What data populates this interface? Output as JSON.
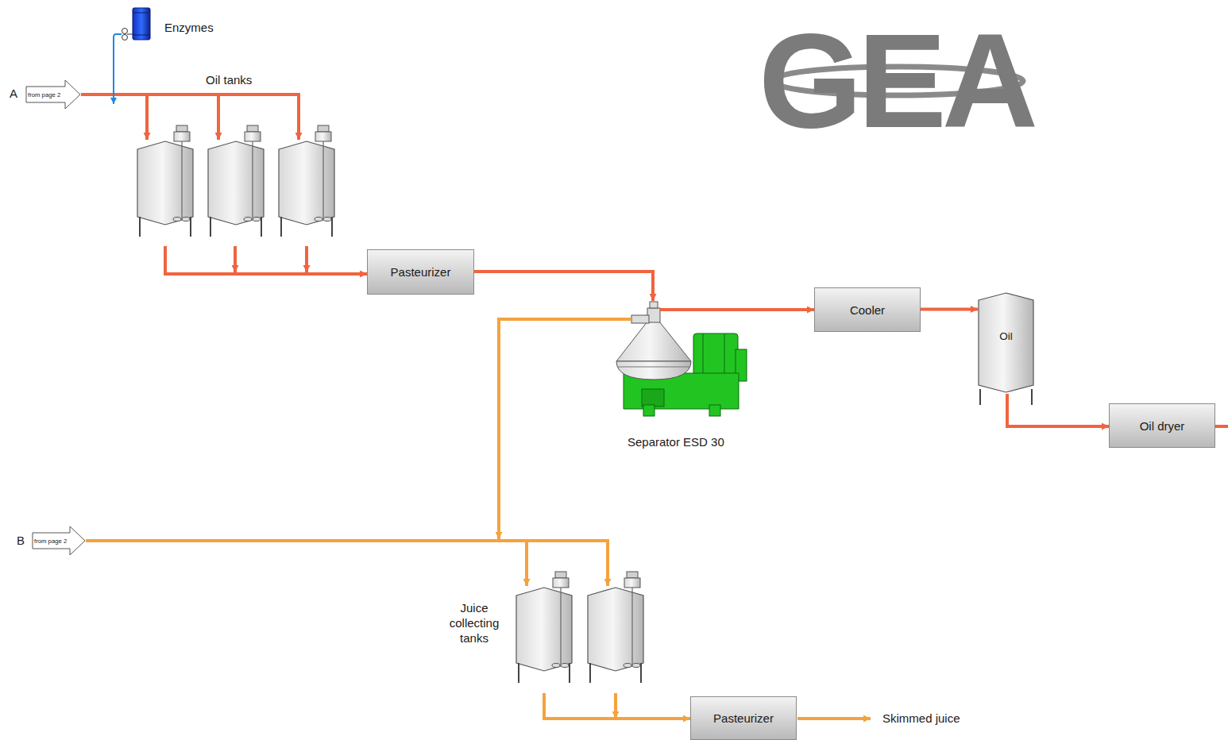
{
  "diagram": {
    "nodes": [
      {
        "text": [
          "from page 2"
        ]
      },
      {
        "text": [
          "Enzymes"
        ]
      },
      {
        "text": [
          "Oil tanks"
        ]
      },
      {
        "text": [
          "Pasteurizer"
        ]
      },
      {
        "text": [
          "Separator ESD 30"
        ]
      },
      {
        "text": [
          "Cooler"
        ]
      },
      {
        "text": [
          "Oil"
        ]
      },
      {
        "text": [
          "Oil dryer"
        ]
      },
      {
        "text": [
          "from page 2"
        ]
      },
      {
        "text": [
          "Juice collecting tanks"
        ]
      },
      {
        "text": [
          "Pasteurizer"
        ]
      }
    ],
    "edges": [
      {
        "from": 0,
        "to": 2,
        "arrow": "to"
      },
      {
        "from": 1,
        "to": 2,
        "arrow": "to"
      },
      {
        "from": 2,
        "to": 3,
        "arrow": "to"
      },
      {
        "from": 3,
        "to": 4,
        "arrow": "to"
      },
      {
        "from": 4,
        "to": 5,
        "arrow": "to"
      },
      {
        "from": 5,
        "to": 6,
        "arrow": "to"
      },
      {
        "from": 6,
        "to": 7,
        "arrow": "to"
      },
      {
        "from": 4,
        "to": 9,
        "arrow": "to"
      },
      {
        "from": 8,
        "to": 9,
        "arrow": "to"
      },
      {
        "from": 9,
        "to": 10,
        "arrow": "to"
      }
    ],
    "labels": [
      "A",
      "B",
      "Skimmed juice",
      "GEA"
    ]
  }
}
